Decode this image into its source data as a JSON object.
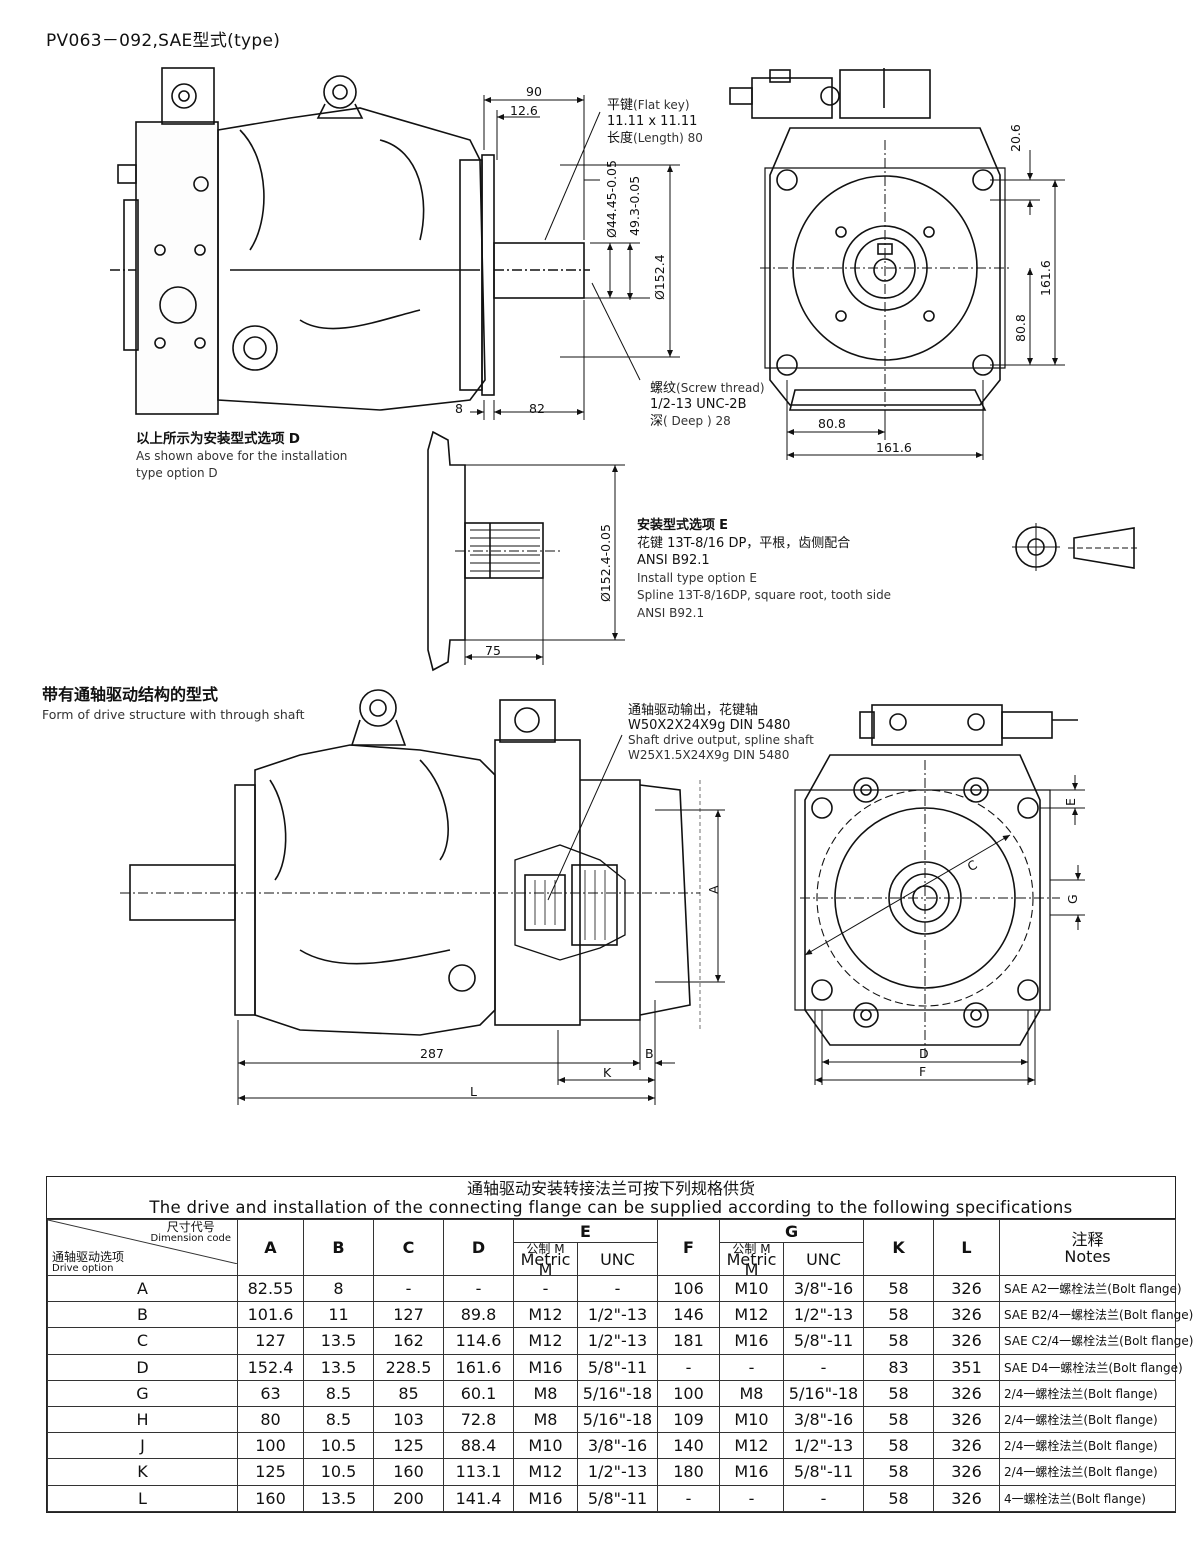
{
  "page_title": "PV063－092,SAE型式(type)",
  "top_drawing": {
    "dims": {
      "d90": "90",
      "d12_6": "12.6",
      "d44": "Ø44.45-0.05",
      "d49": "49.3-0.05",
      "d152": "Ø152.4",
      "d8": "8",
      "d82": "82",
      "d20_6": "20.6",
      "d161_6v": "161.6",
      "d80_8v": "80.8",
      "d80_8h": "80.8",
      "d161_6h": "161.6"
    },
    "flat_key": {
      "line1_cn": "平键",
      "line1_en": "(Flat key)",
      "line2": "11.11 x 11.11",
      "line3_cn": "长度",
      "line3_en": "(Length) 80"
    },
    "screw": {
      "line1_cn": "螺纹",
      "line1_en": "(Screw thread)",
      "line2": "1/2-13 UNC-2B",
      "line3_cn": "深",
      "line3_en": "( Deep ) 28"
    },
    "install_d": {
      "cn": "以上所示为安装型式选项",
      "letter": "D",
      "en1": "As shown above for the installation",
      "en2": "type option D"
    }
  },
  "option_e": {
    "d152": "Ø152.4-0.05",
    "d75": "75",
    "cn1": "安装型式选项",
    "letter": "E",
    "cn2": "花键 13T-8/16 DP，平根，齿侧配合",
    "cn3": "ANSI B92.1",
    "en1": "Install type option E",
    "en2": "Spline 13T-8/16DP, square root, tooth side",
    "en3": "ANSI B92.1"
  },
  "through_shaft": {
    "cn": "带有通轴驱动结构的型式",
    "en": "Form of drive structure with through shaft",
    "out_cn": "通轴驱动输出，花键轴",
    "out_1": "W50X2X24X9g DIN 5480",
    "out_en": "Shaft drive output, spline shaft",
    "out_2": "W25X1.5X24X9g DIN 5480",
    "dims": {
      "d287": "287",
      "B": "B",
      "K": "K",
      "L": "L",
      "A": "A",
      "C": "C",
      "E": "E",
      "G": "G",
      "D": "D",
      "F": "F"
    }
  },
  "spec_table": {
    "title_cn": "通轴驱动安装转接法兰可按下列规格供货",
    "title_en": "The drive and installation of the connecting flange can be supplied according to the following specifications",
    "corner_top_cn": "尺寸代号",
    "corner_top_en": "Dimension code",
    "corner_bottom_cn": "通轴驱动选项",
    "corner_bottom_en": "Drive option",
    "cols": [
      "A",
      "B",
      "C",
      "D",
      "E",
      "F",
      "G",
      "K",
      "L"
    ],
    "metric_cn": "公制 M",
    "metric_en": "Metric M",
    "unc": "UNC",
    "notes_cn": "注释",
    "notes_en": "Notes",
    "rows": [
      {
        "opt": "A",
        "A": "82.55",
        "B": "8",
        "C": "-",
        "D": "-",
        "EM": "-",
        "EU": "-",
        "F": "106",
        "GM": "M10",
        "GU": "3/8\"-16",
        "K": "58",
        "L": "326",
        "note": "SAE A2一螺栓法兰(Bolt flange)"
      },
      {
        "opt": "B",
        "A": "101.6",
        "B": "11",
        "C": "127",
        "D": "89.8",
        "EM": "M12",
        "EU": "1/2\"-13",
        "F": "146",
        "GM": "M12",
        "GU": "1/2\"-13",
        "K": "58",
        "L": "326",
        "note": "SAE B2/4一螺栓法兰(Bolt flange)"
      },
      {
        "opt": "C",
        "A": "127",
        "B": "13.5",
        "C": "162",
        "D": "114.6",
        "EM": "M12",
        "EU": "1/2\"-13",
        "F": "181",
        "GM": "M16",
        "GU": "5/8\"-11",
        "K": "58",
        "L": "326",
        "note": "SAE C2/4一螺栓法兰(Bolt flange)"
      },
      {
        "opt": "D",
        "A": "152.4",
        "B": "13.5",
        "C": "228.5",
        "D": "161.6",
        "EM": "M16",
        "EU": "5/8\"-11",
        "F": "-",
        "GM": "-",
        "GU": "-",
        "K": "83",
        "L": "351",
        "note": "SAE D4一螺栓法兰(Bolt flange)"
      },
      {
        "opt": "G",
        "A": "63",
        "B": "8.5",
        "C": "85",
        "D": "60.1",
        "EM": "M8",
        "EU": "5/16\"-18",
        "F": "100",
        "GM": "M8",
        "GU": "5/16\"-18",
        "K": "58",
        "L": "326",
        "note": "2/4一螺栓法兰(Bolt flange)"
      },
      {
        "opt": "H",
        "A": "80",
        "B": "8.5",
        "C": "103",
        "D": "72.8",
        "EM": "M8",
        "EU": "5/16\"-18",
        "F": "109",
        "GM": "M10",
        "GU": "3/8\"-16",
        "K": "58",
        "L": "326",
        "note": "2/4一螺栓法兰(Bolt flange)"
      },
      {
        "opt": "J",
        "A": "100",
        "B": "10.5",
        "C": "125",
        "D": "88.4",
        "EM": "M10",
        "EU": "3/8\"-16",
        "F": "140",
        "GM": "M12",
        "GU": "1/2\"-13",
        "K": "58",
        "L": "326",
        "note": "2/4一螺栓法兰(Bolt flange)"
      },
      {
        "opt": "K",
        "A": "125",
        "B": "10.5",
        "C": "160",
        "D": "113.1",
        "EM": "M12",
        "EU": "1/2\"-13",
        "F": "180",
        "GM": "M16",
        "GU": "5/8\"-11",
        "K": "58",
        "L": "326",
        "note": "2/4一螺栓法兰(Bolt flange)"
      },
      {
        "opt": "L",
        "A": "160",
        "B": "13.5",
        "C": "200",
        "D": "141.4",
        "EM": "M16",
        "EU": "5/8\"-11",
        "F": "-",
        "GM": "-",
        "GU": "-",
        "K": "58",
        "L": "326",
        "note": "4一螺栓法兰(Bolt flange)"
      }
    ]
  }
}
